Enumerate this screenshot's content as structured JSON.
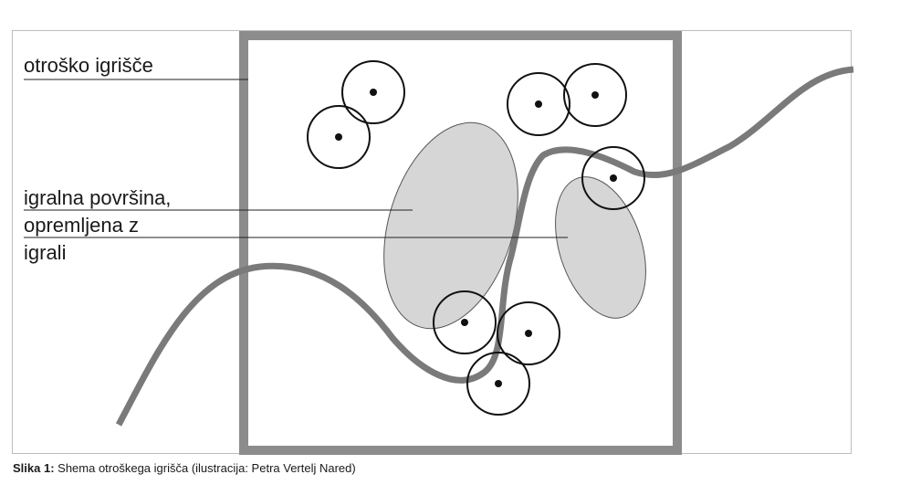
{
  "diagram": {
    "labels": {
      "playground": "otroško igrišče",
      "play_area_line1": "igralna površina,",
      "play_area_line2": "opremljena z",
      "play_area_line3": "igrali"
    }
  },
  "caption": {
    "prefix": "Slika 1:",
    "text": " Shema otroškega igrišča (ilustracija: Petra Vertelj Nared)"
  },
  "colors": {
    "path": "#7a7a7a",
    "border": "#8c8c8c",
    "area_fill": "#d6d6d6"
  }
}
